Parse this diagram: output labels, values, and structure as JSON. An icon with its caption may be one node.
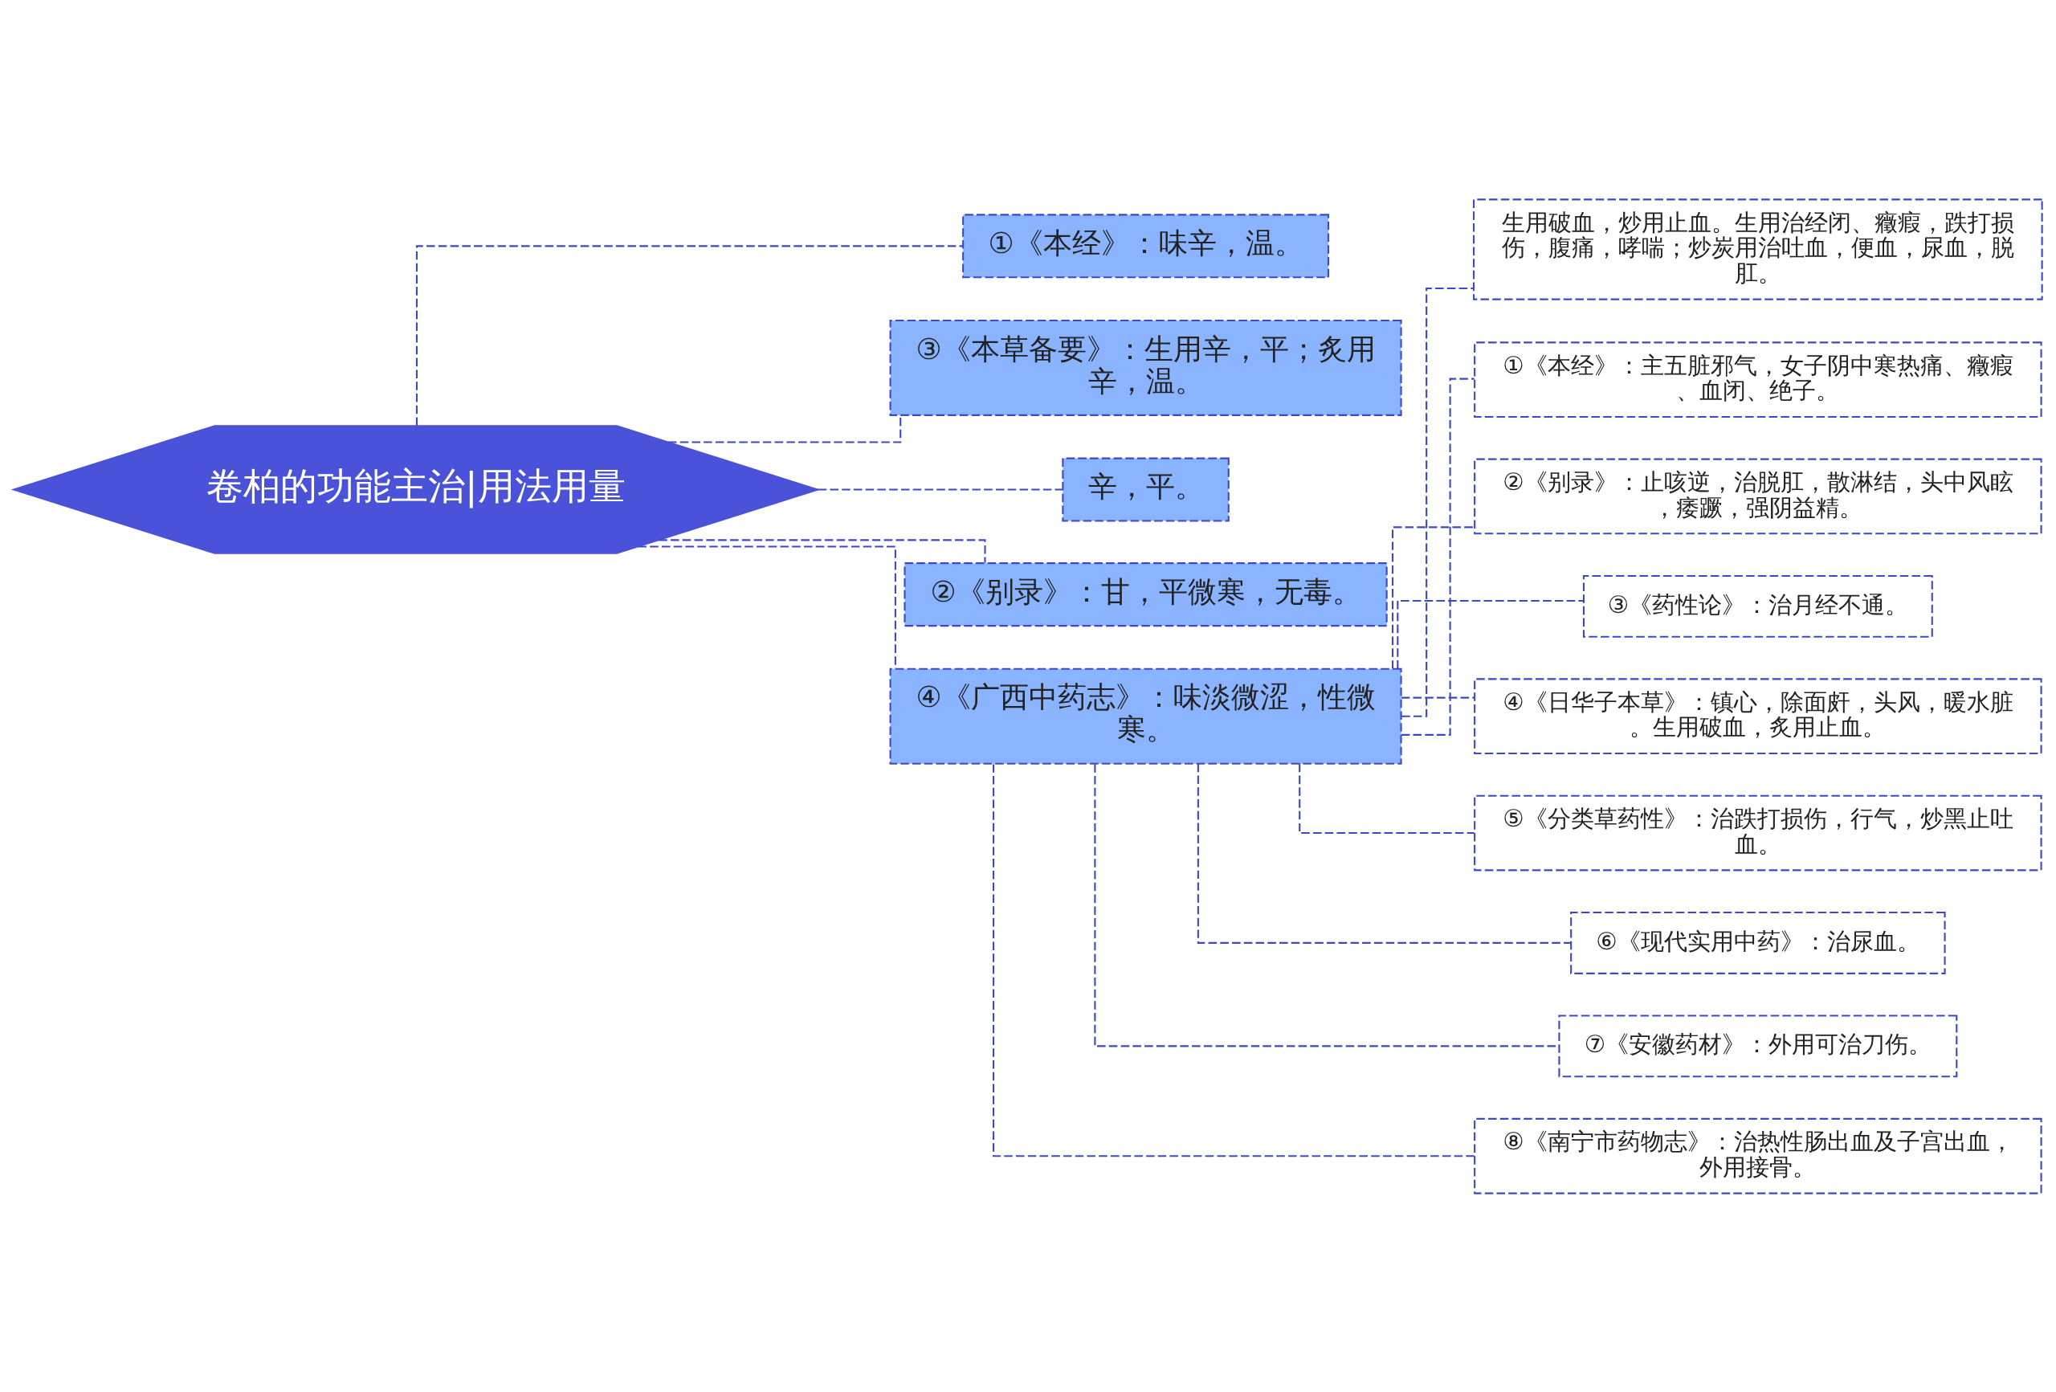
{
  "diagram": {
    "nodes": [
      {
        "text": [
          "卷柏的功能主治|用法用量"
        ]
      },
      {
        "text": [
          "①《本经》：味辛，温。"
        ]
      },
      {
        "text": [
          "③《本草备要》：生用辛，平；炙用辛，温。"
        ]
      },
      {
        "text": [
          "辛，平。"
        ]
      },
      {
        "text": [
          "②《别录》：甘，平微寒，无毒。"
        ]
      },
      {
        "text": [
          "④《广西中药志》：味淡微涩，性微寒。"
        ]
      },
      {
        "text": [
          "生用破血，炒用止血。生用治经闭、癥瘕，跌打损伤，腹痛，哮喘；炒炭用治吐血，便血，尿血，脱肛。"
        ]
      },
      {
        "text": [
          "①《本经》：主五脏邪气，女子阴中寒热痛、癥瘕、血闭、绝子。"
        ]
      },
      {
        "text": [
          "②《别录》：止咳逆，治脱肛，散淋结，头中风眩，痿蹶，强阴益精。"
        ]
      },
      {
        "text": [
          "③《药性论》：治月经不通。"
        ]
      },
      {
        "text": [
          "④《日华子本草》：镇心，除面皯，头风，暖水脏。生用破血，炙用止血。"
        ]
      },
      {
        "text": [
          "⑤《分类草药性》：治跌打损伤，行气，炒黑止吐血。"
        ]
      },
      {
        "text": [
          "⑥《现代实用中药》：治尿血。"
        ]
      },
      {
        "text": [
          "⑦《安徽药材》：外用可治刀伤。"
        ]
      },
      {
        "text": [
          "⑧《南宁市药物志》：治热性肠出血及子宫出血，外用接骨。"
        ]
      }
    ],
    "edges": [
      {
        "from": 0,
        "to": 1,
        "arrow": "none",
        "style": "dashed"
      },
      {
        "from": 0,
        "to": 2,
        "arrow": "none",
        "style": "dashed"
      },
      {
        "from": 0,
        "to": 3,
        "arrow": "none",
        "style": "dashed"
      },
      {
        "from": 0,
        "to": 4,
        "arrow": "none",
        "style": "dashed"
      },
      {
        "from": 0,
        "to": 5,
        "arrow": "none",
        "style": "dashed"
      },
      {
        "from": 5,
        "to": 6,
        "arrow": "none",
        "style": "dashed"
      },
      {
        "from": 5,
        "to": 7,
        "arrow": "none",
        "style": "dashed"
      },
      {
        "from": 5,
        "to": 8,
        "arrow": "none",
        "style": "dashed"
      },
      {
        "from": 5,
        "to": 9,
        "arrow": "none",
        "style": "dashed"
      },
      {
        "from": 5,
        "to": 10,
        "arrow": "none",
        "style": "dashed"
      },
      {
        "from": 5,
        "to": 11,
        "arrow": "none",
        "style": "dashed"
      },
      {
        "from": 5,
        "to": 12,
        "arrow": "none",
        "style": "dashed"
      },
      {
        "from": 5,
        "to": 13,
        "arrow": "none",
        "style": "dashed"
      },
      {
        "from": 5,
        "to": 14,
        "arrow": "none",
        "style": "dashed"
      }
    ]
  }
}
